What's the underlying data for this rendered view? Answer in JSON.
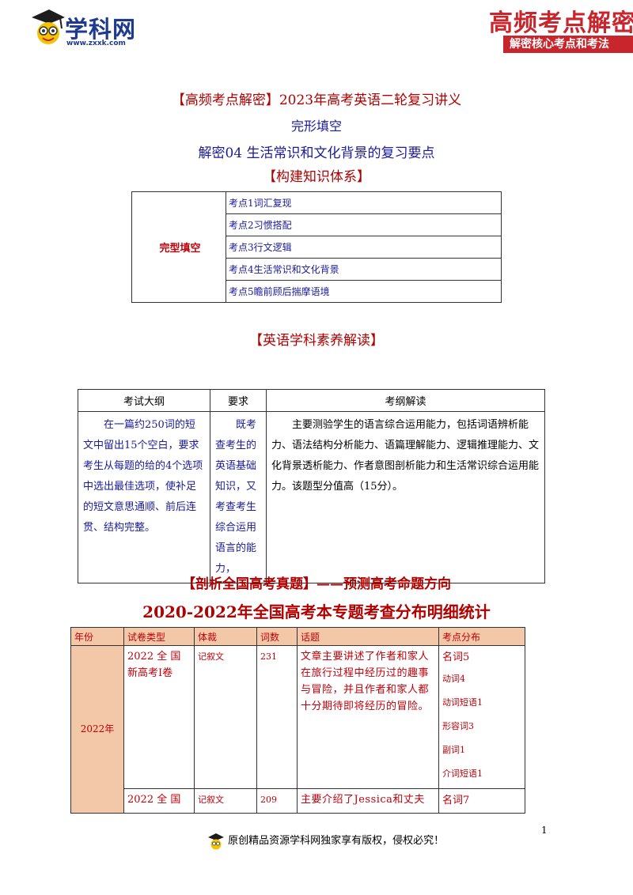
{
  "header": {
    "logo_text": "学科网",
    "logo_url": "www.zxxk.com",
    "banner_title": "高频考点解密",
    "banner_sub": "解密核心考点和考法"
  },
  "titles": {
    "main": "【高频考点解密】2023年高考英语二轮复习讲义",
    "sub": "完形填空",
    "topic": "解密04  生活常识和文化背景的复习要点",
    "section1": "【构建知识体系】",
    "section2": "【英语学科素养解读】",
    "section3": "【剖析全国高考真题】——预测高考命题方向",
    "section4": "2020-2022年全国高考本专题考查分布明细统计"
  },
  "knowledge": {
    "left": "完型填空",
    "points": [
      "考点1词汇复现",
      "考点2习惯搭配",
      "考点3行文逻辑",
      "考点4生活常识和文化背景",
      "考点5瞻前顾后揣摩语境"
    ]
  },
  "outline": {
    "headers": [
      "考试大纲",
      "要求",
      "考纲解读"
    ],
    "col1": "在一篇约250词的短文中留出15个空白，要求考生从每题的给的4个选项中选出最佳选项，使补足的短文意思通顺、前后连贯、结构完整。",
    "col2": "既考查考生的英语基础知识，又考查考生综合运用语言的能力，",
    "col3": "主要测验学生的语言综合运用能力，包括词语辨析能力、语法结构分析能力、语篇理解能力、逻辑推理能力、文化背景透析能力、作者意图剖析能力和生活常识综合运用能力。该题型分值高（15分）。"
  },
  "stats": {
    "headers": [
      "年份",
      "试卷类型",
      "体裁",
      "词数",
      "话题",
      "考点分布"
    ],
    "year": "2022年",
    "rows": [
      {
        "paper": "2022 全 国 新高考Ⅰ卷",
        "genre": "记叙文",
        "words": "231",
        "topic": "文章主要讲述了作者和家人在旅行过程中经历过的趣事与冒险，并且作者和家人都十分期待即将经历的冒险。",
        "dist": [
          "名词5",
          "动词4",
          "动词短语1",
          "形容词3",
          "副词1",
          "介词短语1"
        ]
      },
      {
        "paper": "2022 全 国",
        "genre": "记叙文",
        "words": "209",
        "topic": "主要介绍了Jessica和丈夫",
        "dist": [
          "名词7"
        ]
      }
    ]
  },
  "footer": {
    "page_number": "1",
    "copyright": "原创精品资源学科网独家享有版权，侵权必究！"
  },
  "colors": {
    "red": "#b00000",
    "blue": "#1a1a9a",
    "header_fill": "#f2c8a8"
  }
}
